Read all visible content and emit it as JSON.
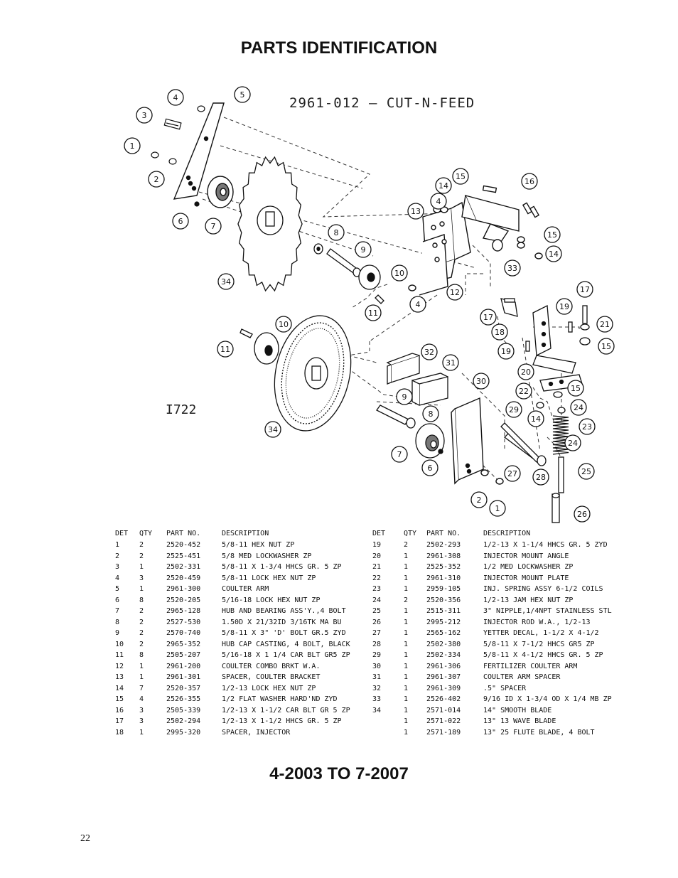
{
  "title": "PARTS IDENTIFICATION",
  "diagram": {
    "title": "2961-012 — CUT-N-FEED",
    "code": "I722",
    "callouts": [
      "1",
      "2",
      "3",
      "4",
      "5",
      "6",
      "7",
      "8",
      "9",
      "10",
      "11",
      "12",
      "13",
      "14",
      "15",
      "16",
      "17",
      "18",
      "19",
      "20",
      "21",
      "22",
      "23",
      "24",
      "25",
      "26",
      "27",
      "28",
      "29",
      "30",
      "31",
      "32",
      "33",
      "34"
    ]
  },
  "table": {
    "headers": {
      "det": "DET",
      "qty": "QTY",
      "part": "PART NO.",
      "desc": "DESCRIPTION"
    },
    "left": [
      {
        "det": "1",
        "qty": "2",
        "part": "2520-452",
        "desc": "5/8-11 HEX NUT ZP"
      },
      {
        "det": "2",
        "qty": "2",
        "part": "2525-451",
        "desc": "5/8 MED LOCKWASHER ZP"
      },
      {
        "det": "3",
        "qty": "1",
        "part": "2502-331",
        "desc": "5/8-11 X 1-3/4 HHCS GR. 5 ZP"
      },
      {
        "det": "4",
        "qty": "3",
        "part": "2520-459",
        "desc": "5/8-11 LOCK HEX NUT  ZP"
      },
      {
        "det": "5",
        "qty": "1",
        "part": "2961-300",
        "desc": "COULTER ARM"
      },
      {
        "det": "6",
        "qty": "8",
        "part": "2520-205",
        "desc": "5/16-18 LOCK HEX NUT ZP"
      },
      {
        "det": "7",
        "qty": "2",
        "part": "2965-128",
        "desc": "HUB AND BEARING ASS'Y.,4 BOLT"
      },
      {
        "det": "8",
        "qty": "2",
        "part": "2527-530",
        "desc": "1.50D X 21/32ID 3/16TK MA BU"
      },
      {
        "det": "9",
        "qty": "2",
        "part": "2570-740",
        "desc": "5/8-11 X 3\" 'D' BOLT GR.5 ZYD"
      },
      {
        "det": "10",
        "qty": "2",
        "part": "2965-352",
        "desc": "HUB CAP CASTING, 4 BOLT, BLACK"
      },
      {
        "det": "11",
        "qty": "8",
        "part": "2505-207",
        "desc": "5/16-18 X 1 1/4 CAR BLT GR5 ZP"
      },
      {
        "det": "12",
        "qty": "1",
        "part": "2961-200",
        "desc": "COULTER COMBO BRKT W.A."
      },
      {
        "det": "13",
        "qty": "1",
        "part": "2961-301",
        "desc": "SPACER, COULTER BRACKET"
      },
      {
        "det": "14",
        "qty": "7",
        "part": "2520-357",
        "desc": "1/2-13 LOCK HEX NUT ZP"
      },
      {
        "det": "15",
        "qty": "4",
        "part": "2526-355",
        "desc": "1/2 FLAT WASHER HARD'ND ZYD"
      },
      {
        "det": "16",
        "qty": "3",
        "part": "2505-339",
        "desc": "1/2-13 X 1-1/2 CAR BLT GR 5 ZP"
      },
      {
        "det": "17",
        "qty": "3",
        "part": "2502-294",
        "desc": "1/2-13 X 1-1/2 HHCS GR. 5 ZP"
      },
      {
        "det": "18",
        "qty": "1",
        "part": "2995-320",
        "desc": "SPACER, INJECTOR"
      }
    ],
    "right": [
      {
        "det": "19",
        "qty": "2",
        "part": "2502-293",
        "desc": "1/2-13 X 1-1/4 HHCS GR. 5 ZYD"
      },
      {
        "det": "20",
        "qty": "1",
        "part": "2961-308",
        "desc": "INJECTOR MOUNT ANGLE"
      },
      {
        "det": "21",
        "qty": "1",
        "part": "2525-352",
        "desc": "1/2 MED LOCKWASHER ZP"
      },
      {
        "det": "22",
        "qty": "1",
        "part": "2961-310",
        "desc": "INJECTOR MOUNT PLATE"
      },
      {
        "det": "23",
        "qty": "1",
        "part": "2959-105",
        "desc": "INJ. SPRING ASSY 6-1/2 COILS"
      },
      {
        "det": "24",
        "qty": "2",
        "part": "2520-356",
        "desc": "1/2-13 JAM HEX NUT ZP"
      },
      {
        "det": "25",
        "qty": "1",
        "part": "2515-311",
        "desc": "3\" NIPPLE,1/4NPT STAINLESS STL"
      },
      {
        "det": "26",
        "qty": "1",
        "part": "2995-212",
        "desc": "INJECTOR ROD W.A., 1/2-13"
      },
      {
        "det": "27",
        "qty": "1",
        "part": "2565-162",
        "desc": "YETTER DECAL, 1-1/2 X 4-1/2"
      },
      {
        "det": "28",
        "qty": "1",
        "part": "2502-380",
        "desc": "5/8-11 X 7-1/2 HHCS GR5 ZP"
      },
      {
        "det": "29",
        "qty": "1",
        "part": "2502-334",
        "desc": "5/8-11 X 4-1/2 HHCS GR. 5 ZP"
      },
      {
        "det": "30",
        "qty": "1",
        "part": "2961-306",
        "desc": "FERTILIZER COULTER ARM"
      },
      {
        "det": "31",
        "qty": "1",
        "part": "2961-307",
        "desc": "COULTER ARM SPACER"
      },
      {
        "det": "32",
        "qty": "1",
        "part": "2961-309",
        "desc": ".5\" SPACER"
      },
      {
        "det": "33",
        "qty": "1",
        "part": "2526-402",
        "desc": "9/16 ID X 1-3/4 OD X 1/4 MB ZP"
      },
      {
        "det": "34",
        "qty": "1",
        "part": "2571-014",
        "desc": "14\" SMOOTH BLADE"
      },
      {
        "det": "",
        "qty": "1",
        "part": "2571-022",
        "desc": "13\" 13 WAVE BLADE"
      },
      {
        "det": "",
        "qty": "1",
        "part": "2571-189",
        "desc": "13\" 25 FLUTE BLADE, 4 BOLT"
      }
    ]
  },
  "footer_title": "4-2003 TO 7-2007",
  "page_number": "22"
}
